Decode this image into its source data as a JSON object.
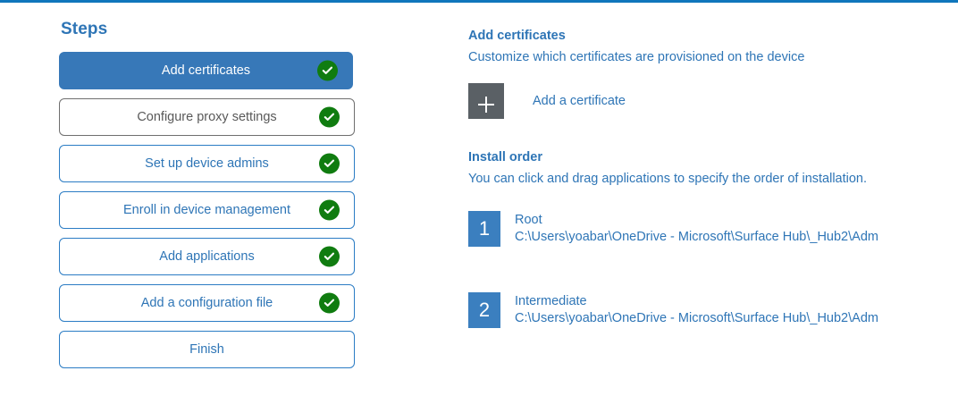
{
  "theme": {
    "accent_blue": "#2e75b6",
    "active_step_blue": "#3778b8",
    "border_blue": "#2b7cc4",
    "muted_gray": "#595959",
    "check_green": "#107c10",
    "tile_gray": "#5a6065",
    "order_badge_blue": "#3b7fbf",
    "top_rule_blue": "#0f76bc"
  },
  "steps_pane": {
    "heading": "Steps",
    "items": [
      {
        "label": "Add certificates",
        "state": "active",
        "completed": true,
        "check_icon": "check-circle-icon"
      },
      {
        "label": "Configure proxy settings",
        "state": "muted",
        "completed": true,
        "check_icon": "check-circle-icon"
      },
      {
        "label": "Set up device admins",
        "state": "default",
        "completed": true,
        "check_icon": "check-circle-icon"
      },
      {
        "label": "Enroll in device management",
        "state": "default",
        "completed": true,
        "check_icon": "check-circle-icon"
      },
      {
        "label": "Add applications",
        "state": "default",
        "completed": true,
        "check_icon": "check-circle-icon"
      },
      {
        "label": "Add a configuration file",
        "state": "default",
        "completed": true,
        "check_icon": "check-circle-icon"
      },
      {
        "label": "Finish",
        "state": "default",
        "completed": false,
        "check_icon": ""
      }
    ]
  },
  "detail_pane": {
    "certificates": {
      "title": "Add certificates",
      "subtitle": "Customize which certificates are provisioned on the device",
      "add_button_label": "Add a certificate",
      "add_button_icon": "plus-icon"
    },
    "install_order": {
      "title": "Install order",
      "subtitle": "You can click and drag applications to specify the order of installation.",
      "items": [
        {
          "number": "1",
          "name": "Root",
          "path": "C:\\Users\\yoabar\\OneDrive - Microsoft\\Surface Hub\\_Hub2\\Adm"
        },
        {
          "number": "2",
          "name": "Intermediate",
          "path": "C:\\Users\\yoabar\\OneDrive - Microsoft\\Surface Hub\\_Hub2\\Adm"
        }
      ]
    }
  }
}
